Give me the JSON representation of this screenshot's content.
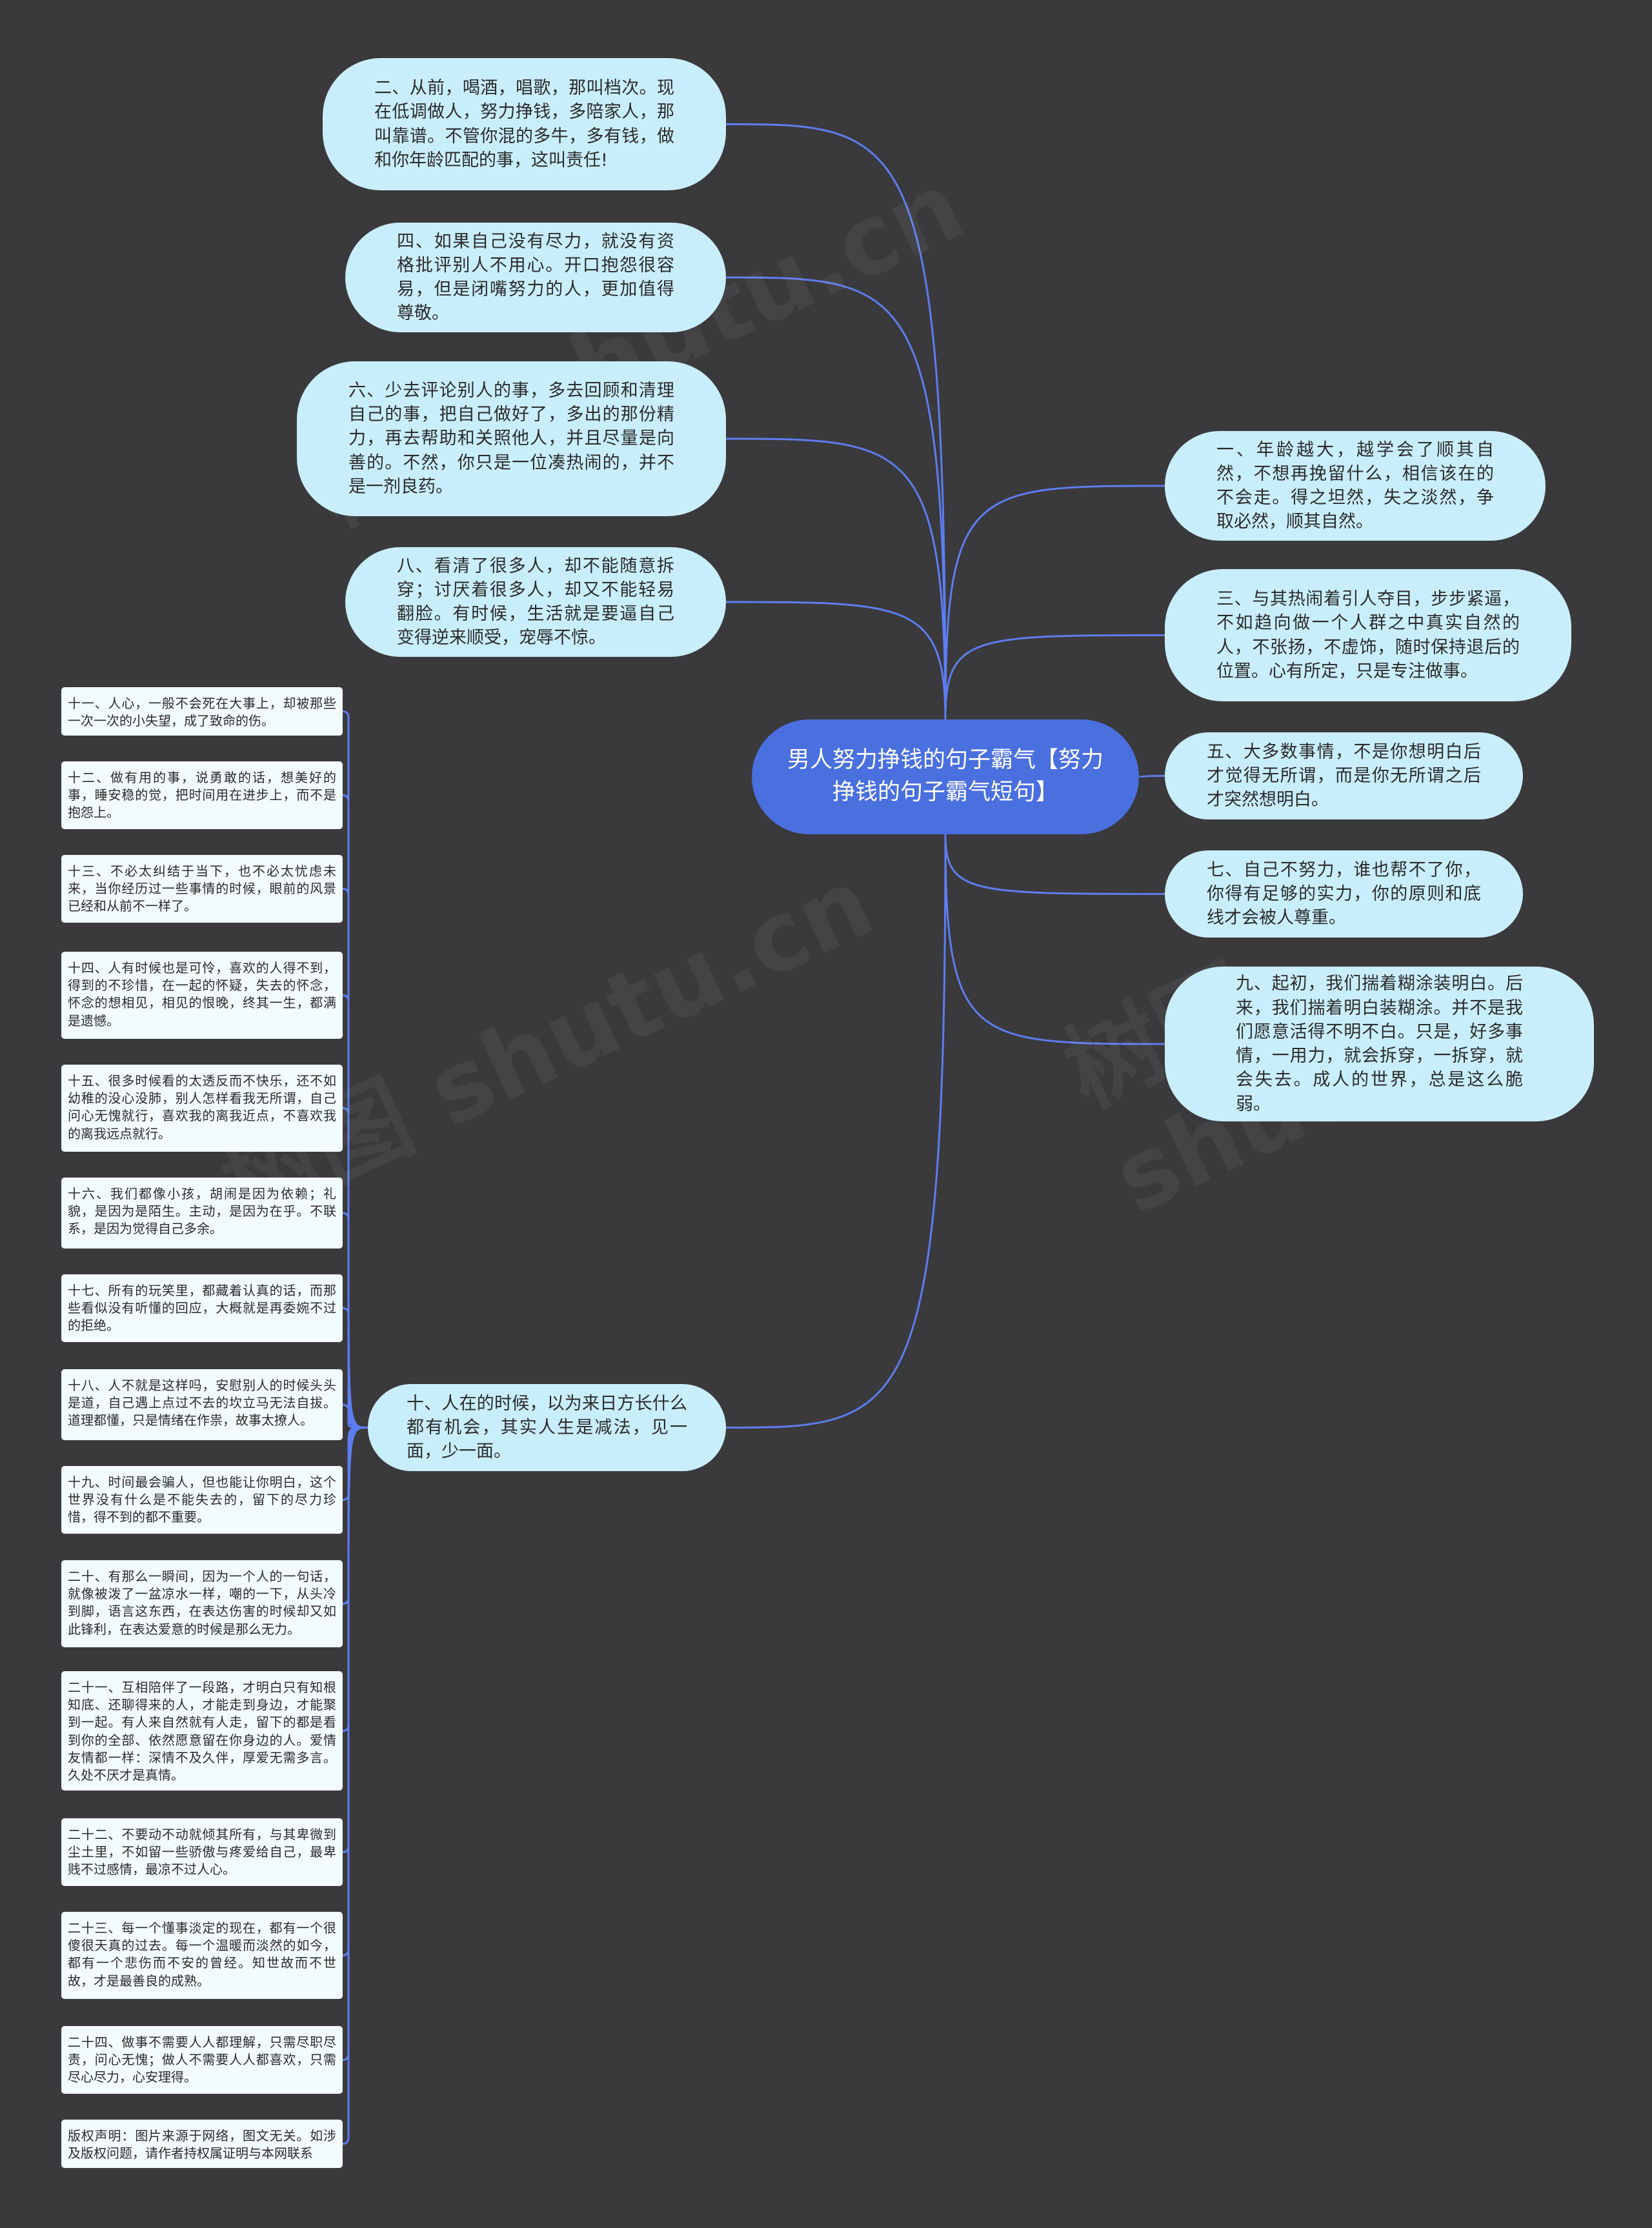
{
  "center": "男人努力挣钱的句子霸气【努力挣钱的句子霸气短句】",
  "left_nodes": [
    "二、从前，喝酒，唱歌，那叫档次。现在低调做人，努力挣钱，多陪家人，那叫靠谱。不管你混的多牛，多有钱，做和你年龄匹配的事，这叫责任!",
    "四、如果自己没有尽力，就没有资格批评别人不用心。开口抱怨很容易，但是闭嘴努力的人，更加值得尊敬。",
    "六、少去评论别人的事，多去回顾和清理自己的事，把自己做好了，多出的那份精力，再去帮助和关照他人，并且尽量是向善的。不然，你只是一位凑热闹的，并不是一剂良药。",
    "八、看清了很多人，却不能随意拆穿；讨厌着很多人，却又不能轻易翻脸。有时候，生活就是要逼自己变得逆来顺受，宠辱不惊。",
    "十、人在的时候，以为来日方长什么都有机会，其实人生是减法，见一面，少一面。"
  ],
  "right_nodes": [
    "一、年龄越大，越学会了顺其自然，不想再挽留什么，相信该在的不会走。得之坦然，失之淡然，争取必然，顺其自然。",
    "三、与其热闹着引人夺目，步步紧逼，不如趋向做一个人群之中真实自然的人，不张扬，不虚饰，随时保持退后的位置。心有所定，只是专注做事。",
    "五、大多数事情，不是你想明白后才觉得无所谓，而是你无所谓之后才突然想明白。",
    "七、自己不努力，谁也帮不了你，你得有足够的实力，你的原则和底线才会被人尊重。",
    "九、起初，我们揣着糊涂装明白。后来，我们揣着明白装糊涂。并不是我们愿意活得不明不白。只是，好多事情，一用力，就会拆穿，一拆穿，就会失去。成人的世界，总是这么脆弱。"
  ],
  "leaves": [
    "十一、人心，一般不会死在大事上，却被那些一次一次的小失望，成了致命的伤。",
    "十二、做有用的事，说勇敢的话，想美好的事，睡安稳的觉，把时间用在进步上，而不是抱怨上。",
    "十三、不必太纠结于当下，也不必太忧虑未来，当你经历过一些事情的时候，眼前的风景已经和从前不一样了。",
    "十四、人有时候也是可怜，喜欢的人得不到，得到的不珍惜，在一起的怀疑，失去的怀念，怀念的想相见，相见的恨晚，终其一生，都满是遗憾。",
    "十五、很多时候看的太透反而不快乐，还不如幼稚的没心没肺，别人怎样看我无所谓，自己问心无愧就行，喜欢我的离我近点，不喜欢我的离我远点就行。",
    "十六、我们都像小孩，胡闹是因为依赖；礼貌，是因为是陌生。主动，是因为在乎。不联系，是因为觉得自己多余。",
    "十七、所有的玩笑里，都藏着认真的话，而那些看似没有听懂的回应，大概就是再委婉不过的拒绝。",
    "十八、人不就是这样吗，安慰别人的时候头头是道，自己遇上点过不去的坎立马无法自拔。道理都懂，只是情绪在作祟，故事太撩人。",
    "十九、时间最会骗人，但也能让你明白，这个世界没有什么是不能失去的，留下的尽力珍惜，得不到的都不重要。",
    "二十、有那么一瞬间，因为一个人的一句话，就像被泼了一盆凉水一样，嘲的一下，从头冷到脚，语言这东西，在表达伤害的时候却又如此锋利，在表达爱意的时候是那么无力。",
    "二十一、互相陪伴了一段路，才明白只有知根知底、还聊得来的人，才能走到身边，才能聚到一起。有人来自然就有人走，留下的都是看到你的全部、依然愿意留在你身边的人。爱情友情都一样：深情不及久伴，厚爱无需多言。久处不厌才是真情。",
    "二十二、不要动不动就倾其所有，与其卑微到尘土里，不如留一些骄傲与疼爱给自己，最卑贱不过感情，最凉不过人心。",
    "二十三、每一个懂事淡定的现在，都有一个很傻很天真的过去。每一个温暖而淡然的如今，都有一个悲伤而不安的曾经。知世故而不世故，才是最善良的成熟。",
    "二十四、做事不需要人人都理解，只需尽职尽责，问心无愧；做人不需要人人都喜欢，只需尽心尽力，心安理得。",
    "版权声明：图片来源于网络，图文无关。如涉及版权问题，请作者持权属证明与本网联系"
  ],
  "colors": {
    "background": "#3a393b",
    "node_fill": "#c9eefb",
    "center_fill": "#4a6fdf",
    "leaf_fill": "#f2fbfe",
    "edge": "#5d7df0"
  }
}
